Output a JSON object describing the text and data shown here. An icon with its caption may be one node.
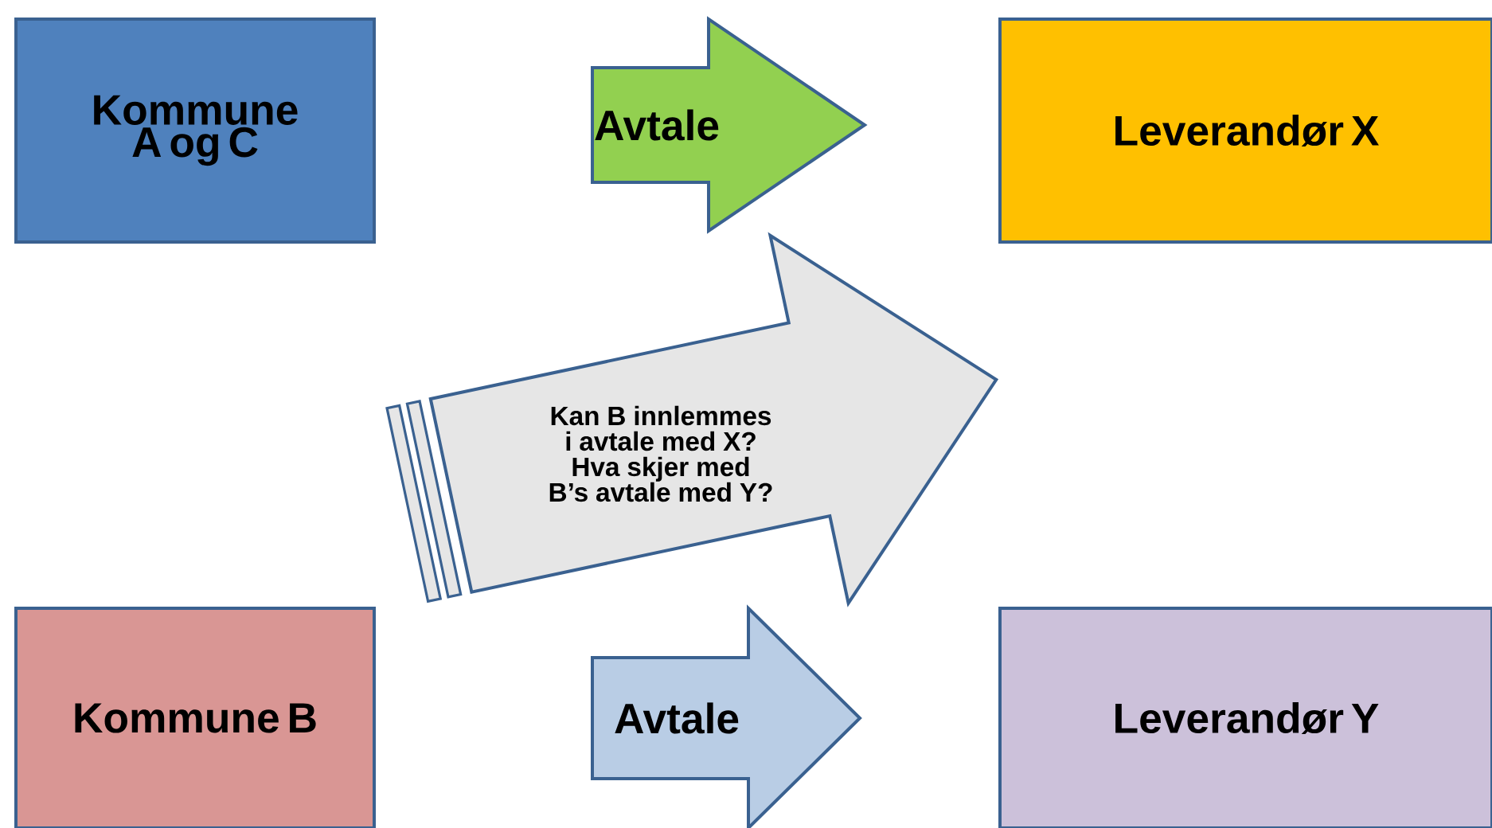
{
  "diagram": {
    "nodes": [
      {
        "text": [
          "Kommune A og C"
        ]
      },
      {
        "text": [
          "Avtale"
        ]
      },
      {
        "text": [
          "Leverandør X"
        ]
      },
      {
        "text": [
          "Kan B innlemmes i avtale med X? Hva skjer med B’s avtale med Y?"
        ]
      },
      {
        "text": [
          "Kommune B"
        ]
      },
      {
        "text": [
          "Avtale"
        ]
      },
      {
        "text": [
          "Leverandør Y"
        ]
      }
    ]
  }
}
